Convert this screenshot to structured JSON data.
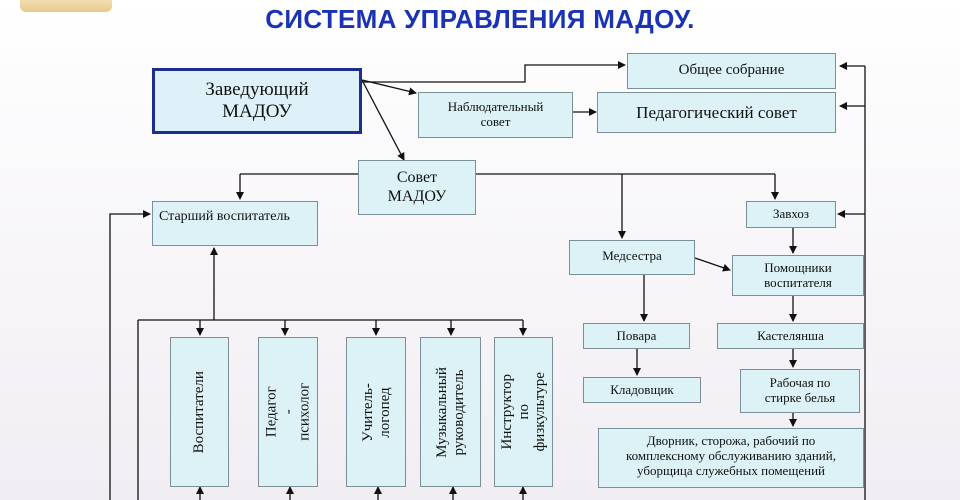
{
  "title": "СИСТЕМА УПРАВЛЕНИЯ МАДОУ.",
  "nodes": {
    "head": "Заведующий\nМАДОУ",
    "observe": "Наблюдательный\nсовет",
    "assembly": "Общее собрание",
    "ped_council": "Педагогический совет",
    "council": "Совет\nМАДОУ",
    "senior": "Старший воспитатель",
    "zavhoz": "Завхоз",
    "nurse": "Медсестра",
    "assistants": "Помощники\nвоспитателя",
    "cooks": "Повара",
    "linen": "Кастелянша",
    "store": "Кладовщик",
    "laundry": "Рабочая по\nстирке белья",
    "janitor": "Дворник, сторожа, рабочий по\nкомплексному обслуживанию зданий,\nуборщица служебных помещений",
    "educators": "Воспитатели",
    "psych": "Педагог - психолог",
    "speech": "Учитель-логопед",
    "music": "Музыкальный\nруководитель",
    "pe": "Инструктор по\nфизкультуре"
  }
}
